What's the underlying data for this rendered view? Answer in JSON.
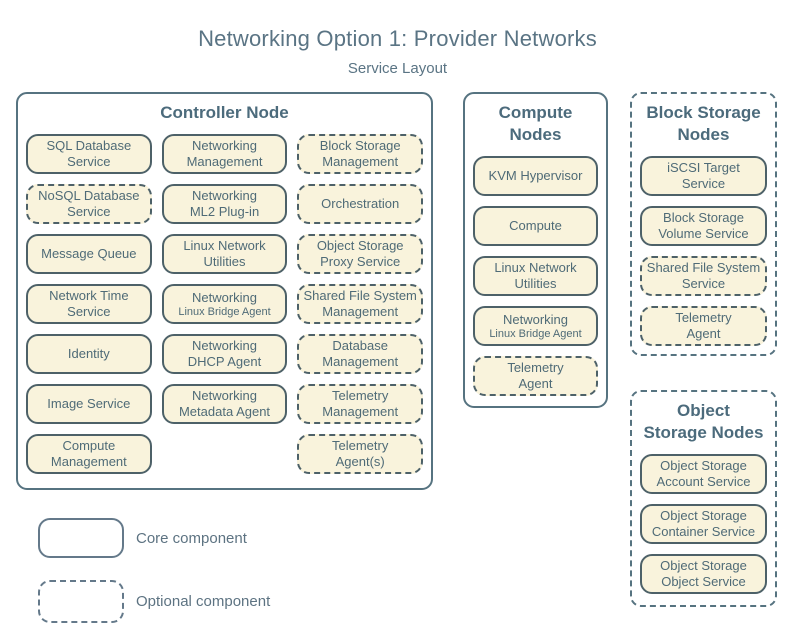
{
  "title": "Networking Option 1: Provider Networks",
  "subtitle": "Service Layout",
  "legend": {
    "core_label": "Core component",
    "optional_label": "Optional component"
  },
  "colors": {
    "box_fill": "#f9f3dc",
    "box_border": "#4d6168",
    "container_border": "#567380",
    "box_text": "#4f6b77",
    "heading_text": "#4c6b7c",
    "title_text": "#5a7484"
  },
  "containers": [
    {
      "id": "controller-node",
      "title_lines": [
        "Controller Node"
      ],
      "border": "solid",
      "columns": [
        [
          {
            "lines": [
              "SQL Database",
              "Service"
            ],
            "optional": false
          },
          {
            "lines": [
              "NoSQL Database",
              "Service"
            ],
            "optional": true
          },
          {
            "lines": [
              "Message Queue"
            ],
            "optional": false
          },
          {
            "lines": [
              "Network Time",
              "Service"
            ],
            "optional": false
          },
          {
            "lines": [
              "Identity"
            ],
            "optional": false
          },
          {
            "lines": [
              "Image Service"
            ],
            "optional": false
          },
          {
            "lines": [
              "Compute",
              "Management"
            ],
            "optional": false
          }
        ],
        [
          {
            "lines": [
              "Networking",
              "Management"
            ],
            "optional": false
          },
          {
            "lines": [
              "Networking",
              "ML2 Plug-in"
            ],
            "optional": false
          },
          {
            "lines": [
              "Linux Network",
              "Utilities"
            ],
            "optional": false
          },
          {
            "lines": [
              "Networking"
            ],
            "sub": "Linux Bridge Agent",
            "optional": false
          },
          {
            "lines": [
              "Networking",
              "DHCP Agent"
            ],
            "optional": false
          },
          {
            "lines": [
              "Networking",
              "Metadata Agent"
            ],
            "optional": false
          }
        ],
        [
          {
            "lines": [
              "Block Storage",
              "Management"
            ],
            "optional": true
          },
          {
            "lines": [
              "Orchestration"
            ],
            "optional": true
          },
          {
            "lines": [
              "Object Storage",
              "Proxy Service"
            ],
            "optional": true
          },
          {
            "lines": [
              "Shared File System",
              "Management"
            ],
            "optional": true
          },
          {
            "lines": [
              "Database",
              "Management"
            ],
            "optional": true
          },
          {
            "lines": [
              "Telemetry",
              "Management"
            ],
            "optional": true
          },
          {
            "lines": [
              "Telemetry",
              "Agent(s)"
            ],
            "optional": true
          }
        ]
      ]
    },
    {
      "id": "compute-nodes",
      "title_lines": [
        "Compute",
        "Nodes"
      ],
      "border": "solid",
      "columns": [
        [
          {
            "lines": [
              "KVM Hypervisor"
            ],
            "optional": false
          },
          {
            "lines": [
              "Compute"
            ],
            "optional": false
          },
          {
            "lines": [
              "Linux Network",
              "Utilities"
            ],
            "optional": false
          },
          {
            "lines": [
              "Networking"
            ],
            "sub": "Linux Bridge Agent",
            "optional": false
          },
          {
            "lines": [
              "Telemetry",
              "Agent"
            ],
            "optional": true
          }
        ]
      ]
    },
    {
      "id": "block-storage-nodes",
      "title_lines": [
        "Block Storage",
        "Nodes"
      ],
      "border": "dashed",
      "columns": [
        [
          {
            "lines": [
              "iSCSI Target",
              "Service"
            ],
            "optional": false
          },
          {
            "lines": [
              "Block Storage",
              "Volume Service"
            ],
            "optional": false
          },
          {
            "lines": [
              "Shared File System",
              "Service"
            ],
            "optional": true
          },
          {
            "lines": [
              "Telemetry",
              "Agent"
            ],
            "optional": true
          }
        ]
      ]
    },
    {
      "id": "object-storage-nodes",
      "title_lines": [
        "Object",
        "Storage Nodes"
      ],
      "border": "dashed",
      "columns": [
        [
          {
            "lines": [
              "Object Storage",
              "Account Service"
            ],
            "optional": false
          },
          {
            "lines": [
              "Object Storage",
              "Container Service"
            ],
            "optional": false
          },
          {
            "lines": [
              "Object Storage",
              "Object Service"
            ],
            "optional": false
          }
        ]
      ]
    }
  ]
}
